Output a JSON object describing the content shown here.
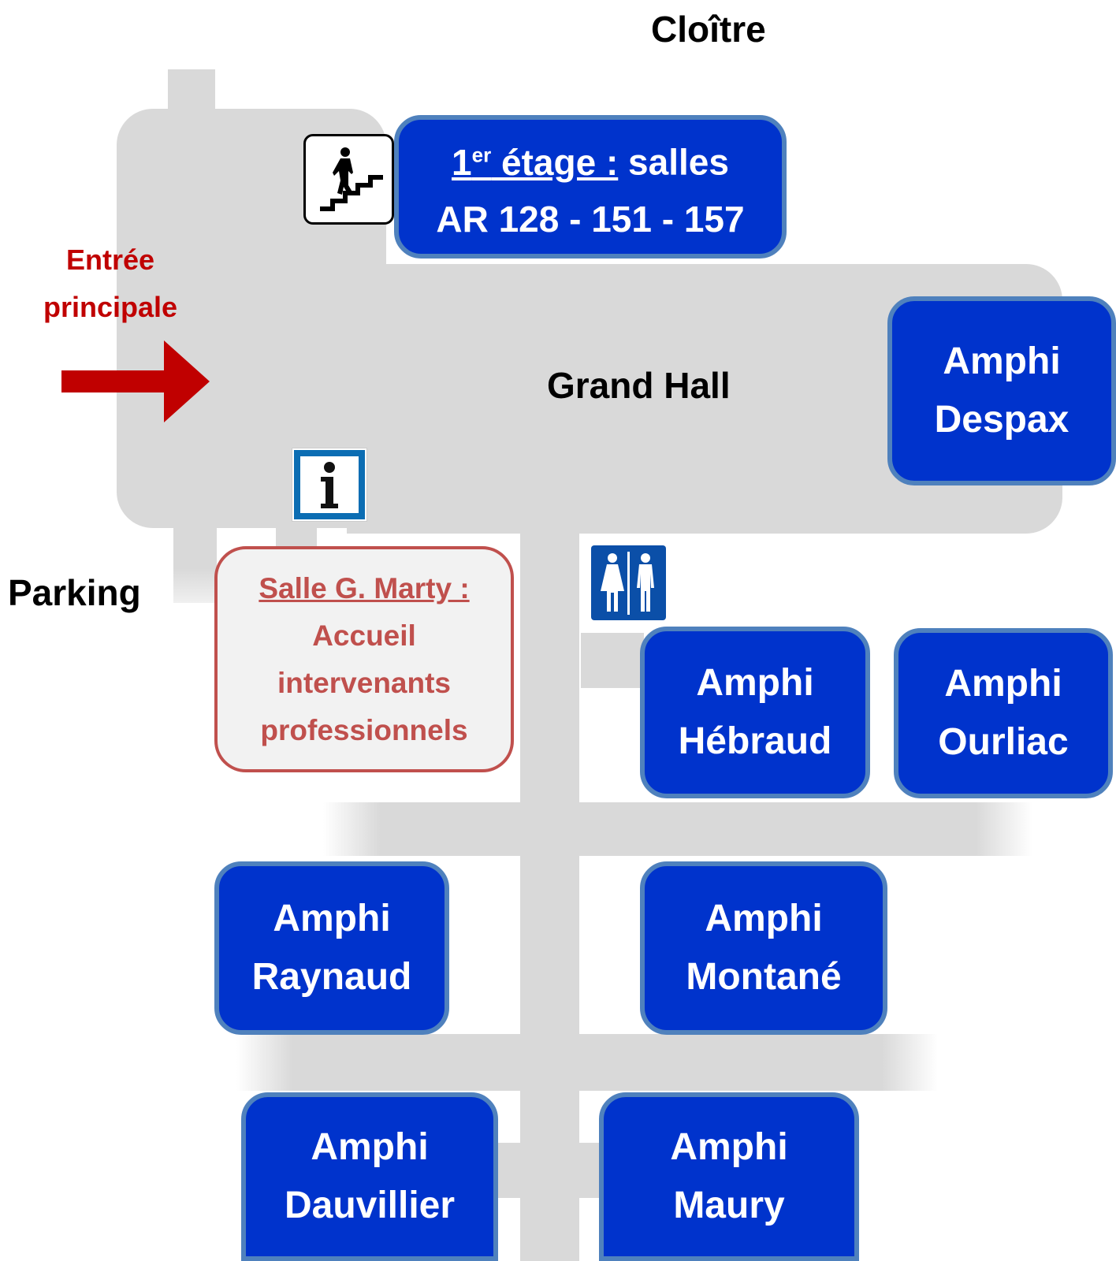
{
  "labels": {
    "cloitre": "Cloître",
    "entree_line1": "Entrée",
    "entree_line2": "principale",
    "parking": "Parking",
    "grand_hall": "Grand Hall"
  },
  "first_floor": {
    "number": "1",
    "superscript": "er",
    "etage": " étage :",
    "salles": " salles",
    "rooms_line": "AR 128 - 151 - 157"
  },
  "marty": {
    "title": "Salle G. Marty :",
    "line1": "Accueil",
    "line2": "intervenants",
    "line3": "professionnels"
  },
  "amphis": [
    {
      "line1": "Amphi",
      "line2": "Despax"
    },
    {
      "line1": "Amphi",
      "line2": "Hébraud"
    },
    {
      "line1": "Amphi",
      "line2": "Ourliac"
    },
    {
      "line1": "Amphi",
      "line2": "Raynaud"
    },
    {
      "line1": "Amphi",
      "line2": "Montané"
    },
    {
      "line1": "Amphi",
      "line2": "Dauvillier"
    },
    {
      "line1": "Amphi",
      "line2": "Maury"
    }
  ],
  "icons": [
    "stairs-icon",
    "information-icon",
    "restroom-icon",
    "entrance-arrow-icon"
  ],
  "colors": {
    "room_fill": "#0033cc",
    "room_border": "#4f81bd",
    "corridor": "#d9d9d9",
    "entrance_red": "#c00000",
    "marty_red": "#c0504d"
  }
}
